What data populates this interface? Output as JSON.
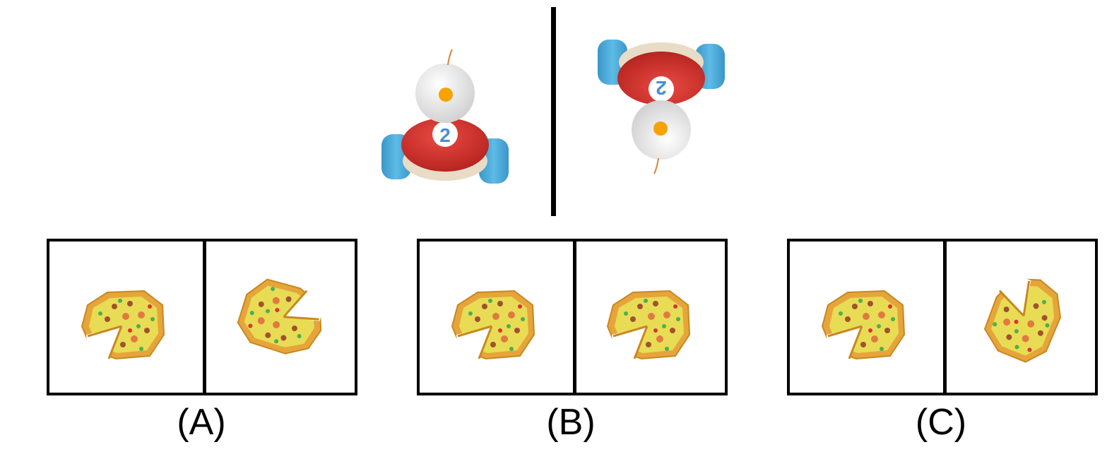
{
  "options": [
    {
      "label": "(A)"
    },
    {
      "label": "(B)"
    },
    {
      "label": "(C)"
    }
  ],
  "icons": {
    "example_left": "toy-chick-car-upright",
    "example_right": "toy-chick-car-upside-down",
    "pizza": "pizza-with-missing-slice"
  },
  "colors": {
    "car_body": "#d8302c",
    "wheel": "#48a8d8",
    "beak": "#f5a300",
    "pizza_crust": "#e6a53a",
    "pizza_cheese": "#e8dc55"
  }
}
